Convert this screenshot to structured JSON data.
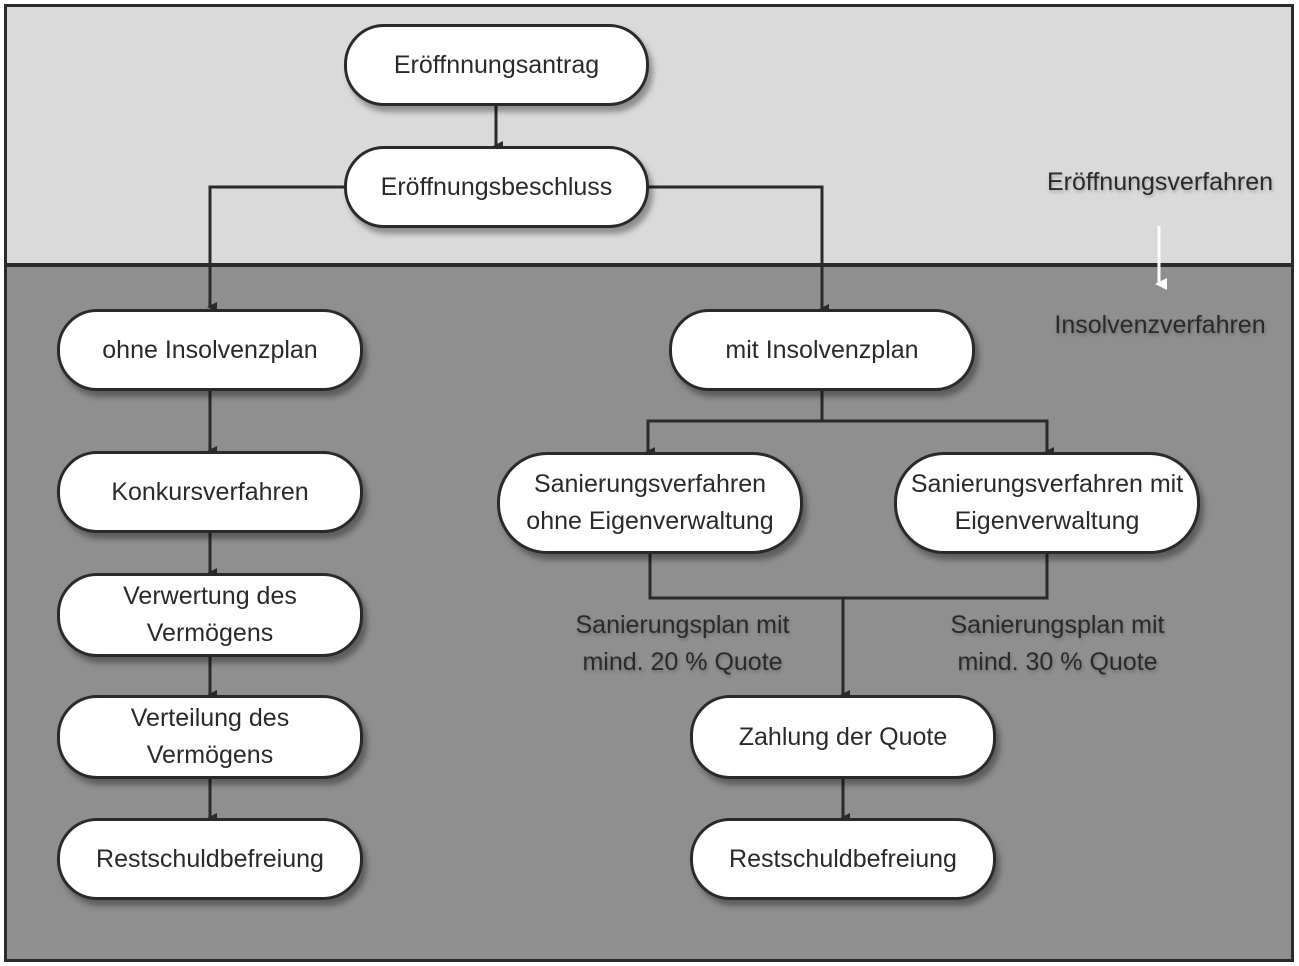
{
  "diagram": {
    "nodes": {
      "eroeffnungsantrag": "Eröffnnungsantrag",
      "eroeffnungsbeschluss": "Eröffnungsbeschluss",
      "ohne_insolvenzplan": "ohne Insolvenzplan",
      "mit_insolvenzplan": "mit Insolvenzplan",
      "konkursverfahren": "Konkursverfahren",
      "verwertung": "Verwertung des\nVermögens",
      "verteilung": "Verteilung des\nVermögens",
      "restschuld_links": "Restschuldbefreiung",
      "sanierung_ohne": "Sanierungsverfahren\nohne Eigenverwaltung",
      "sanierung_mit": "Sanierungsverfahren mit\nEigenverwaltung",
      "zahlung_quote": "Zahlung der Quote",
      "restschuld_rechts": "Restschuldbefreiung"
    },
    "notes": {
      "plan_20": "Sanierungsplan mit\nmind.  20 % Quote",
      "plan_30": "Sanierungsplan mit\nmind.  30 % Quote"
    },
    "phases": {
      "eroeffnung": "Eröffnungsverfahren",
      "insolvenz": "Insolvenzverfahren"
    },
    "colors": {
      "top_band": "#dadada",
      "bottom_band": "#8f8f8f",
      "node_fill": "#ffffff",
      "line": "#2a2a2a",
      "phase_arrow": "#ffffff"
    }
  }
}
